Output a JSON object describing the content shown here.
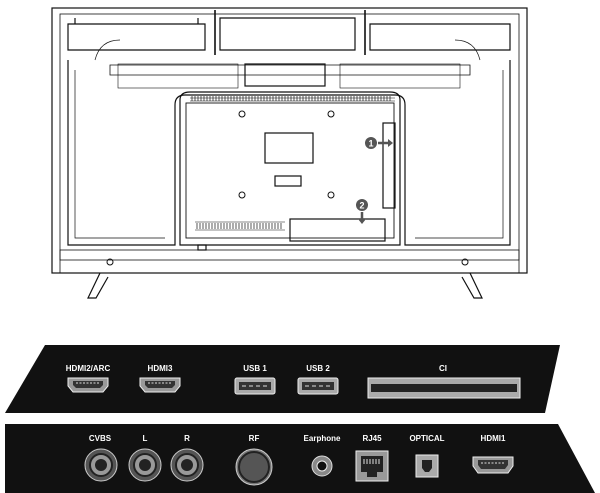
{
  "callouts": {
    "one": "1",
    "two": "2"
  },
  "panel_top": {
    "ports": [
      {
        "label": "HDMI2/ARC",
        "icon": "hdmi-port-icon"
      },
      {
        "label": "HDMI3",
        "icon": "hdmi-port-icon"
      },
      {
        "label": "USB 1",
        "icon": "usb-port-icon"
      },
      {
        "label": "USB 2",
        "icon": "usb-port-icon"
      },
      {
        "label": "CI",
        "icon": "ci-slot-icon"
      }
    ]
  },
  "panel_bottom": {
    "ports": [
      {
        "label": "CVBS",
        "icon": "rca-jack-icon"
      },
      {
        "label": "L",
        "icon": "rca-jack-icon"
      },
      {
        "label": "R",
        "icon": "rca-jack-icon"
      },
      {
        "label": "RF",
        "icon": "rf-connector-icon"
      },
      {
        "label": "Earphone",
        "icon": "earphone-jack-icon"
      },
      {
        "label": "RJ45",
        "icon": "ethernet-port-icon"
      },
      {
        "label": "OPTICAL",
        "icon": "optical-port-icon"
      },
      {
        "label": "HDMI1",
        "icon": "hdmi-port-icon"
      }
    ]
  }
}
